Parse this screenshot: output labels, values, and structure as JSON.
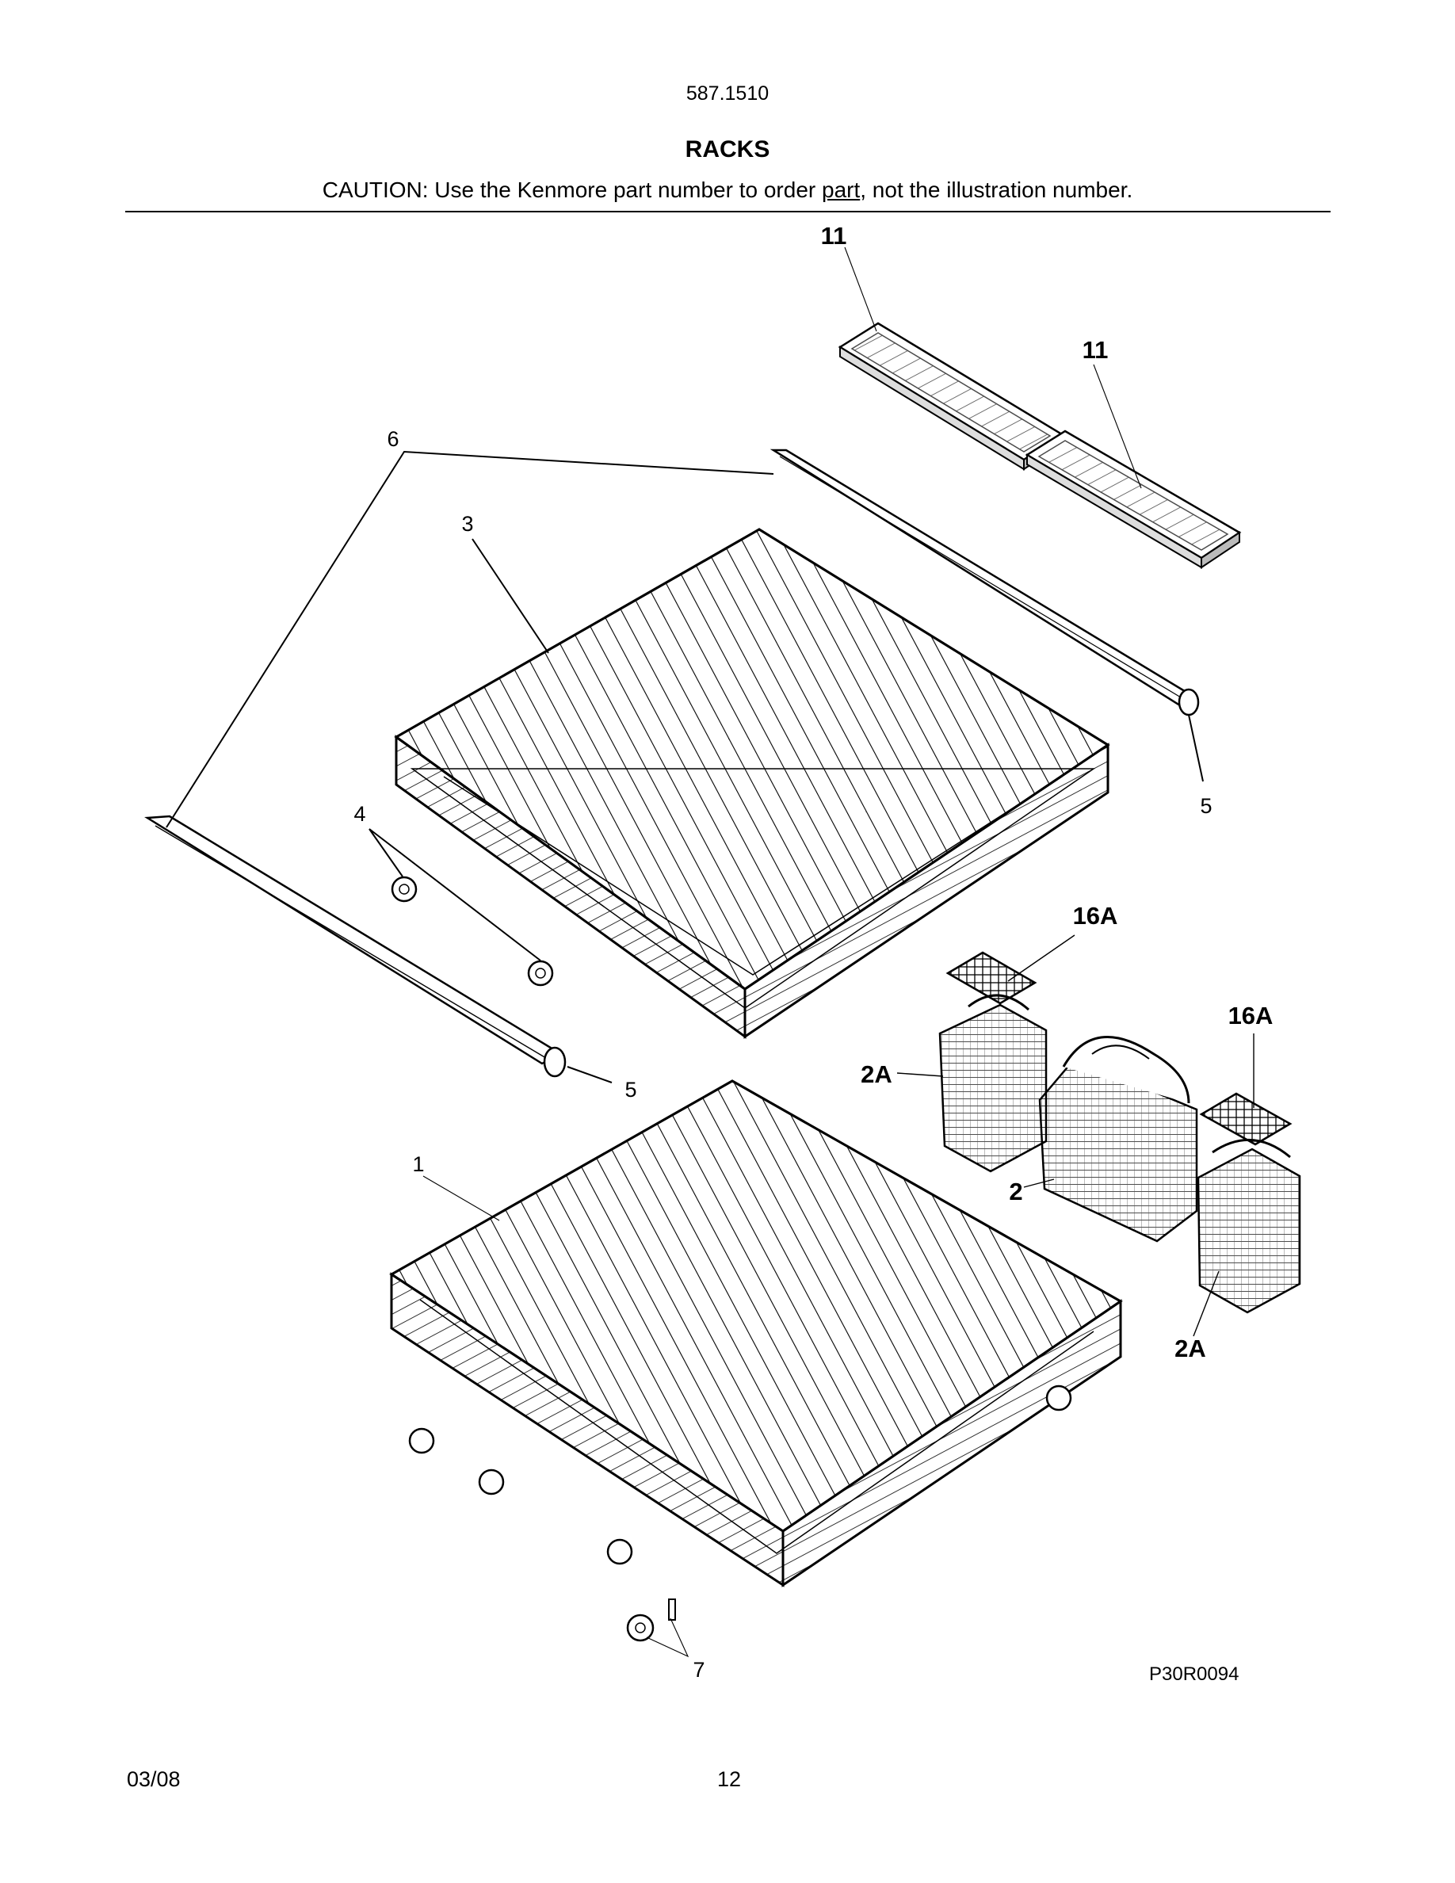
{
  "header": {
    "model": "587.1510",
    "title": "RACKS",
    "caution_before": "CAUTION: Use the Kenmore part number to order ",
    "caution_link": "part",
    "caution_after": ", not the illustration number."
  },
  "callouts": {
    "c11a": "11",
    "c11b": "11",
    "c6": "6",
    "c3": "3",
    "c5a": "5",
    "c4": "4",
    "c16a_1": "16A",
    "c16a_2": "16A",
    "c2a_1": "2A",
    "c5b": "5",
    "c1": "1",
    "c2": "2",
    "c2a_2": "2A",
    "c7": "7"
  },
  "diagram_code": "P30R0094",
  "footer": {
    "date": "03/08",
    "page": "12"
  }
}
